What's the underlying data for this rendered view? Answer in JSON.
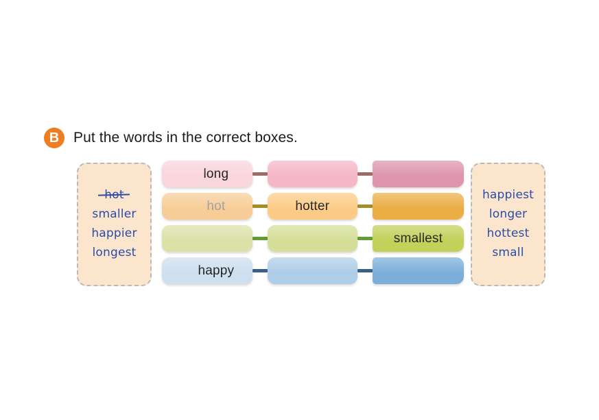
{
  "exercise": {
    "marker": "B",
    "instruction": "Put the words in the correct boxes."
  },
  "word_bank_left": {
    "name": "left-word-bank",
    "words": [
      {
        "text": "hot",
        "used": true
      },
      {
        "text": "smaller",
        "used": false
      },
      {
        "text": "happier",
        "used": false
      },
      {
        "text": "longest",
        "used": false
      }
    ]
  },
  "word_bank_right": {
    "name": "right-word-bank",
    "words": [
      {
        "text": "happiest",
        "used": false
      },
      {
        "text": "longer",
        "used": false
      },
      {
        "text": "hottest",
        "used": false
      },
      {
        "text": "small",
        "used": false
      }
    ]
  },
  "grid": {
    "rows": [
      {
        "color_family": "pink",
        "link_color": "#9e6b6b",
        "cells": [
          {
            "text": "long",
            "ghost": false,
            "fill": "#f9d5dc"
          },
          {
            "text": "",
            "ghost": false,
            "fill": "#f5b6c8"
          },
          {
            "text": "",
            "ghost": false,
            "fill": "#dd94ac"
          }
        ]
      },
      {
        "color_family": "orange",
        "link_color": "#a88c24",
        "cells": [
          {
            "text": "hot",
            "ghost": true,
            "fill": "#f7cd97"
          },
          {
            "text": "hotter",
            "ghost": false,
            "fill": "#fbcc87"
          },
          {
            "text": "",
            "ghost": false,
            "fill": "#eaae45"
          }
        ]
      },
      {
        "color_family": "green",
        "link_color": "#5f9e33",
        "cells": [
          {
            "text": "",
            "ghost": false,
            "fill": "#dce1a8"
          },
          {
            "text": "",
            "ghost": false,
            "fill": "#d4de97"
          },
          {
            "text": "smallest",
            "ghost": false,
            "fill": "#c2d15a"
          }
        ]
      },
      {
        "color_family": "blue",
        "link_color": "#3a5f85",
        "cells": [
          {
            "text": "happy",
            "ghost": false,
            "fill": "#cedfef"
          },
          {
            "text": "",
            "ghost": false,
            "fill": "#aecde8"
          },
          {
            "text": "",
            "ghost": false,
            "fill": "#7bafd9"
          }
        ]
      }
    ]
  },
  "colors": {
    "marker_orange": "#ef7d22",
    "bank_fill": "#fbe6cd",
    "bank_border": "#b9b9b9",
    "bank_text": "#2b4ba8",
    "cell_text": "#1a1a1a",
    "ghost_text": "#9d9d9d"
  }
}
